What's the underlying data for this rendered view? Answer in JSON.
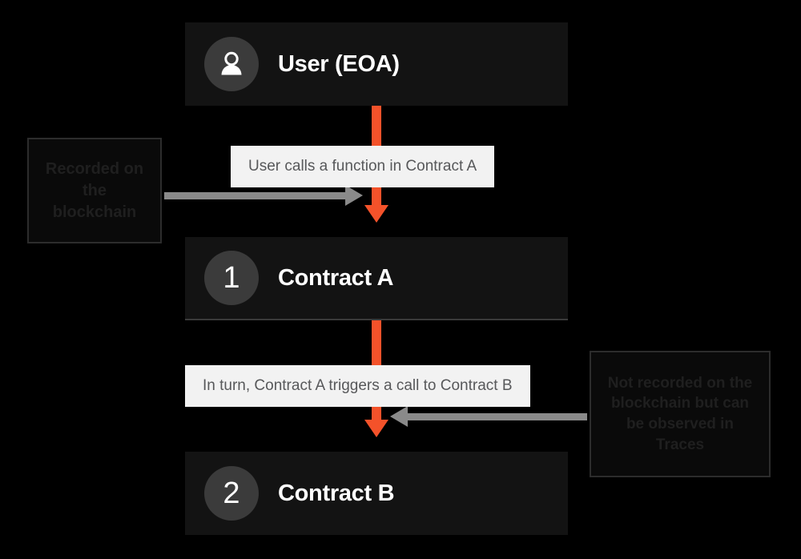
{
  "diagram": {
    "background_color": "#000000",
    "accent_color": "#f4522a",
    "connector_color": "#8a8a8a",
    "nodes": [
      {
        "id": "user",
        "icon": "person-icon",
        "badge": "",
        "label": "User (EOA)"
      },
      {
        "id": "contract-a",
        "icon": "",
        "badge": "1",
        "label": "Contract A"
      },
      {
        "id": "contract-b",
        "icon": "",
        "badge": "2",
        "label": "Contract B"
      }
    ],
    "captions": [
      {
        "id": "caption-1",
        "text": "User calls a function in Contract A"
      },
      {
        "id": "caption-2",
        "text": "In turn, Contract A triggers a call to Contract B"
      }
    ],
    "callouts": [
      {
        "id": "callout-left",
        "text": "Recorded on the blockchain"
      },
      {
        "id": "callout-right",
        "text": "Not recorded on the blockchain but can be observed in Traces"
      }
    ]
  }
}
